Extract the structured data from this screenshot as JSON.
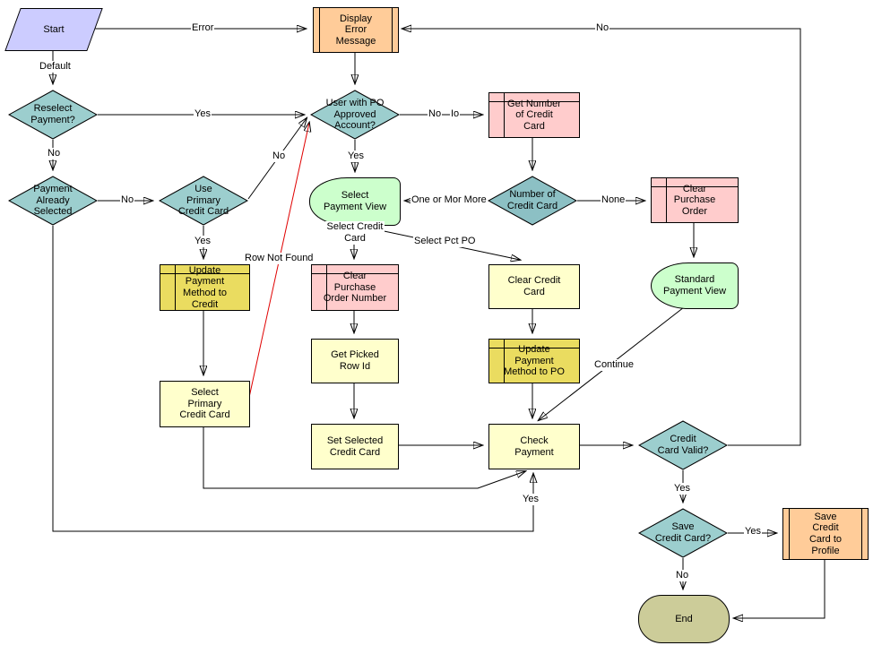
{
  "colors": {
    "diamond_teal": "#9CCECE",
    "diamond_teal_dark": "#8CC0C4",
    "process_pale_yellow": "#FFFFCC",
    "table_pink": "#FFCCCC",
    "table_gold": "#EADC60",
    "predefined_orange": "#FFCC99",
    "start_lavender": "#CCCCFF",
    "view_green": "#CCFFCC",
    "end_olive": "#CCCC99",
    "error_edge_red": "#E00000",
    "line_black": "#000000"
  },
  "nodes": {
    "start": {
      "label": "Start"
    },
    "display_error_message": {
      "label": "Display\nError\nMessage"
    },
    "reselect_payment": {
      "label": "Reselect\nPayment?"
    },
    "user_with_po": {
      "label": "User with PO\nApproved\nAccount?"
    },
    "get_number_cc": {
      "label": "Get Number\nof Credit\nCard"
    },
    "payment_already_selected": {
      "label": "Payment\nAlready\nSelected"
    },
    "use_primary_cc": {
      "label": "Use\nPrimary\nCredit Card"
    },
    "select_payment_view": {
      "label": "Select\nPayment View"
    },
    "number_of_cc": {
      "label": "Number of\nCredit Card"
    },
    "clear_purchase_order": {
      "label": "Clear\nPurchase\nOrder"
    },
    "update_pm_credit": {
      "label": "Update\nPayment\nMethod to\nCredit"
    },
    "clear_po_number": {
      "label": "Clear\nPurchase\nOrder Number"
    },
    "clear_credit_card": {
      "label": "Clear Credit\nCard"
    },
    "standard_payment_view": {
      "label": "Standard\nPayment View"
    },
    "get_picked_row_id": {
      "label": "Get Picked\nRow Id"
    },
    "update_pm_po": {
      "label": "Update\nPayment\nMethod to PO"
    },
    "select_primary_cc": {
      "label": "Select\nPrimary\nCredit Card"
    },
    "set_selected_cc": {
      "label": "Set Selected\nCredit Card"
    },
    "check_payment": {
      "label": "Check\nPayment"
    },
    "credit_card_valid": {
      "label": "Credit\nCard Valid?"
    },
    "save_credit_card": {
      "label": "Save\nCredit Card?"
    },
    "save_cc_profile": {
      "label": "Save\nCredit\nCard to\nProfile"
    },
    "end": {
      "label": "End"
    }
  },
  "edge_labels": {
    "error": "Error",
    "no_top": "No",
    "default": "Default",
    "yes_reselect": "Yes",
    "no_reselect": "No",
    "no_user_po": "No",
    "io_user_po": "Io",
    "yes_user_po": "Yes",
    "one_or_more": "One or Mor More",
    "none": "None",
    "select_credit_card": "Select Credit\nCard",
    "select_pct_po": "Select Pct PO",
    "row_not_found": "Row Not Found",
    "no_use_primary": "No",
    "yes_use_primary": "Yes",
    "no_payment_already": "No",
    "yes_payment_already": "Yes",
    "continue": "Continue",
    "yes_cc_valid": "Yes",
    "yes_save_cc": "Yes",
    "no_save_cc": "No"
  }
}
